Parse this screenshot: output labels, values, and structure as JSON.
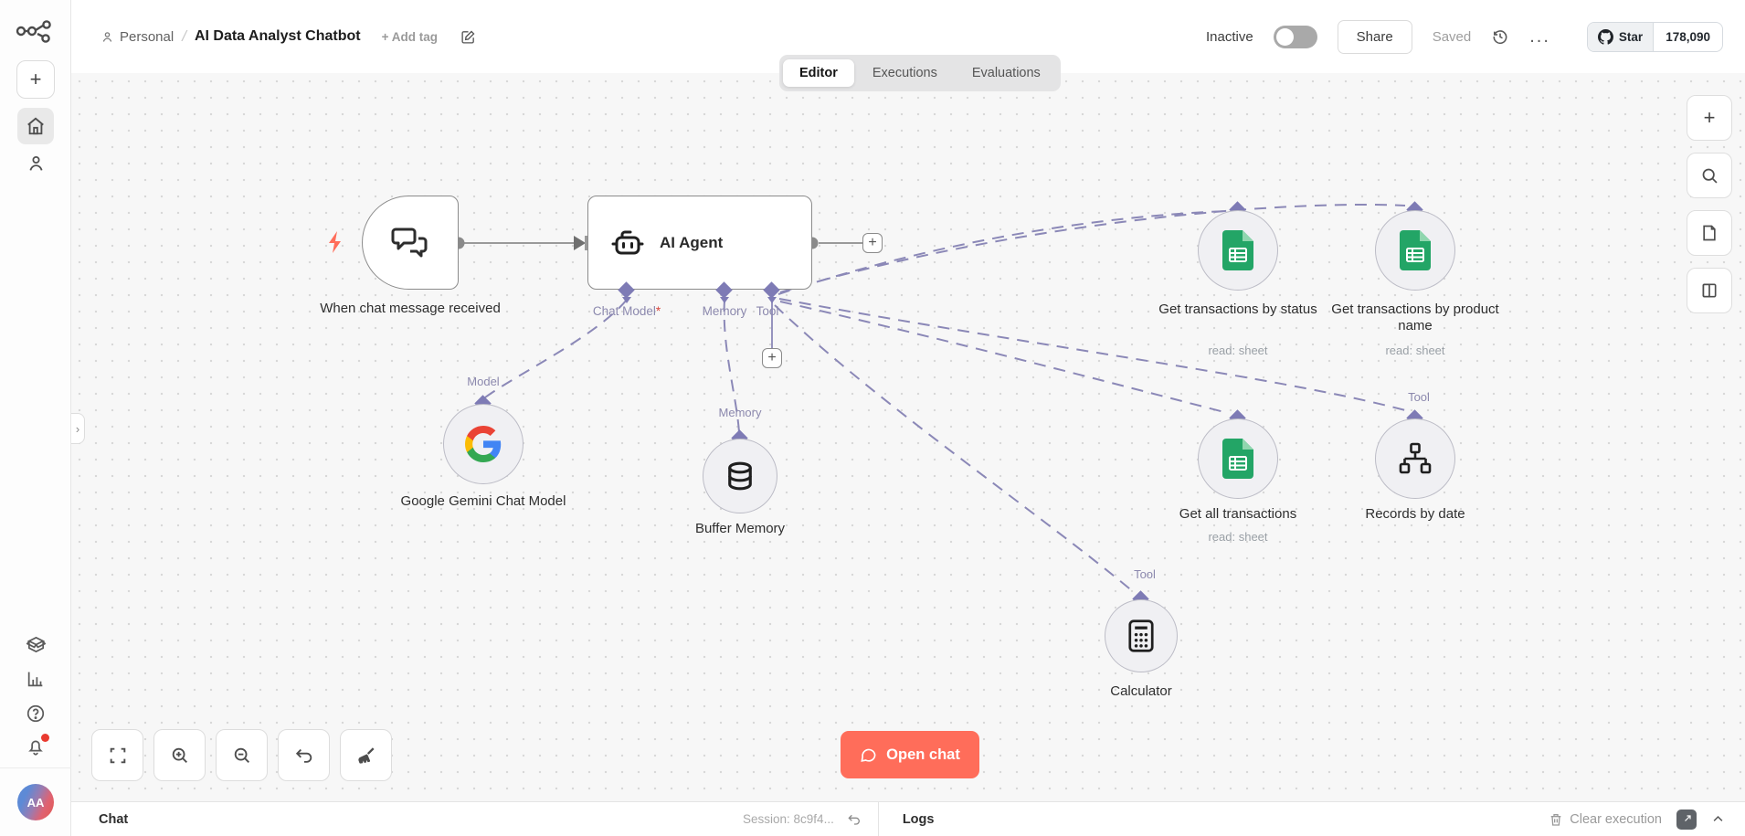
{
  "header": {
    "breadcrumb_project": "Personal",
    "breadcrumb_separator": "/",
    "title": "AI Data Analyst Chatbot",
    "add_tag_label": "+ Add tag",
    "status_label": "Inactive",
    "share_label": "Share",
    "saved_label": "Saved",
    "more_label": "...",
    "github": {
      "star_label": "Star",
      "star_count": "178,090"
    }
  },
  "tabs": [
    {
      "label": "Editor"
    },
    {
      "label": "Executions"
    },
    {
      "label": "Evaluations"
    }
  ],
  "sidebar": {
    "avatar_initials": "AA"
  },
  "canvas": {
    "trigger": {
      "label": "When chat message received"
    },
    "agent": {
      "label": "AI Agent",
      "required_mark": "*",
      "connectors": [
        {
          "label": "Chat Model"
        },
        {
          "label": "Memory"
        },
        {
          "label": "Tool"
        }
      ]
    },
    "model_node": {
      "port_label": "Model",
      "label": "Google Gemini Chat Model"
    },
    "memory_node": {
      "port_label": "Memory",
      "label": "Buffer Memory"
    },
    "tools": [
      {
        "label": "Get transactions by status",
        "sub": "read: sheet"
      },
      {
        "label": "Get transactions by product name",
        "sub": "read: sheet"
      },
      {
        "label": "Get all transactions",
        "sub": "read: sheet"
      },
      {
        "label": "Records by date",
        "port_label": "Tool"
      },
      {
        "label": "Calculator",
        "port_label": "Tool"
      }
    ],
    "open_chat_label": "Open chat",
    "plus_label": "+"
  },
  "bottom_bar": {
    "chat_label": "Chat",
    "session_label": "Session: 8c9f4...",
    "logs_label": "Logs",
    "clear_execution_label": "Clear execution"
  },
  "colors": {
    "accent": "#ff6d5a",
    "connector_purple": "#7e7bb5",
    "dashed_wire": "#8b88b7",
    "sheets_green": "#23a566",
    "notification_red": "#e93a2f",
    "google_blue": "#4285f4",
    "google_red": "#ea4335",
    "google_yellow": "#fbbc05",
    "google_green": "#34a853"
  }
}
